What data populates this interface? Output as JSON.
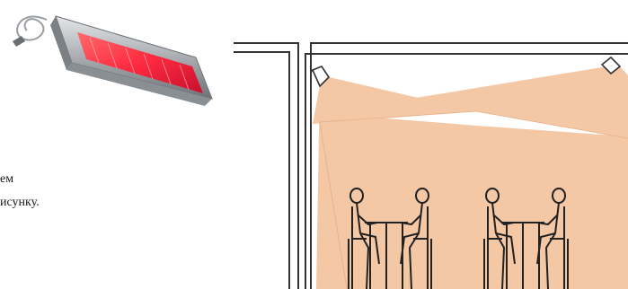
{
  "caption": {
    "line1": "ем",
    "line2": "исунку."
  },
  "colors": {
    "page_background": "#ffffff",
    "heat_zone": "#f4c7a5",
    "wall_outline": "#333333",
    "heater_glow": "#ff3b4a",
    "heater_body": "#b8bcc1"
  },
  "illustration": {
    "heater_count": 2,
    "table_count": 2,
    "person_count": 4
  }
}
